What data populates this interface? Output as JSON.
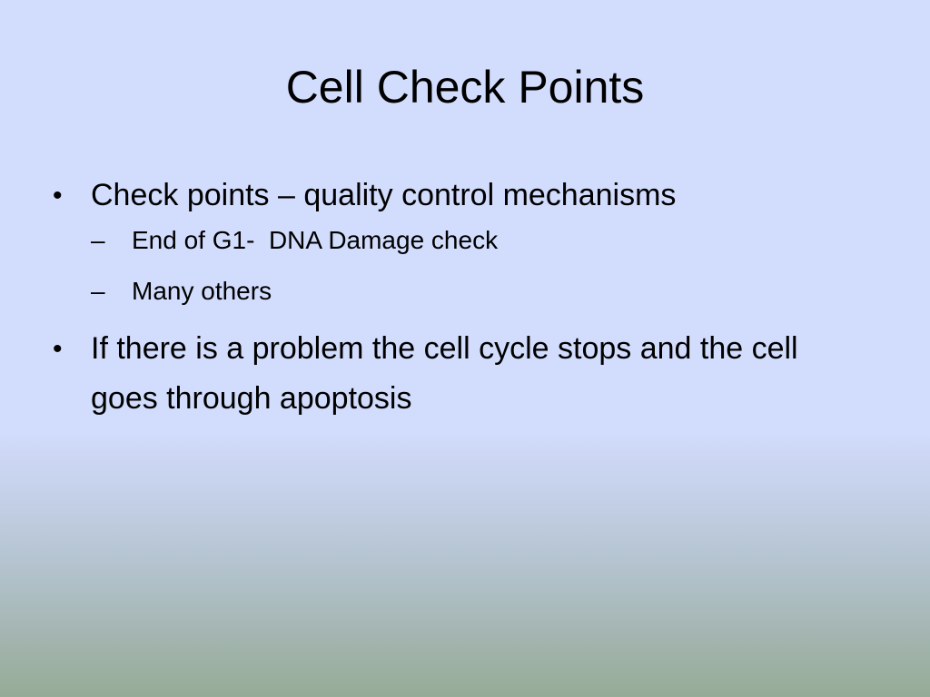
{
  "slide": {
    "title": "Cell Check Points",
    "bullets": [
      {
        "text": "Check points – quality control mechanisms",
        "sub": [
          "End of G1-  DNA Damage check",
          "Many others"
        ]
      },
      {
        "text": "If there is a problem the cell cycle stops and the cell goes through apoptosis",
        "sub": []
      }
    ],
    "bullet_glyph": "•",
    "sub_glyph": "–"
  }
}
